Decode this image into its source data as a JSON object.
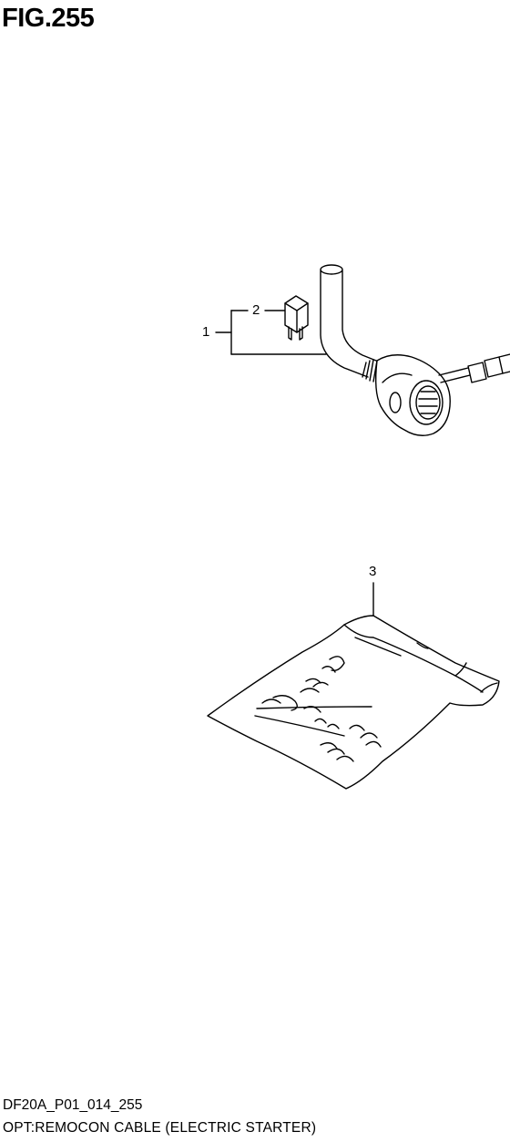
{
  "figure": {
    "title": "FIG.255"
  },
  "callouts": [
    {
      "id": "1"
    },
    {
      "id": "2"
    },
    {
      "id": "3"
    }
  ],
  "footer": {
    "code": "DF20A_P01_014_255",
    "description": "OPT:REMOCON CABLE (ELECTRIC STARTER)"
  },
  "colors": {
    "line": "#000000",
    "background": "#ffffff"
  }
}
